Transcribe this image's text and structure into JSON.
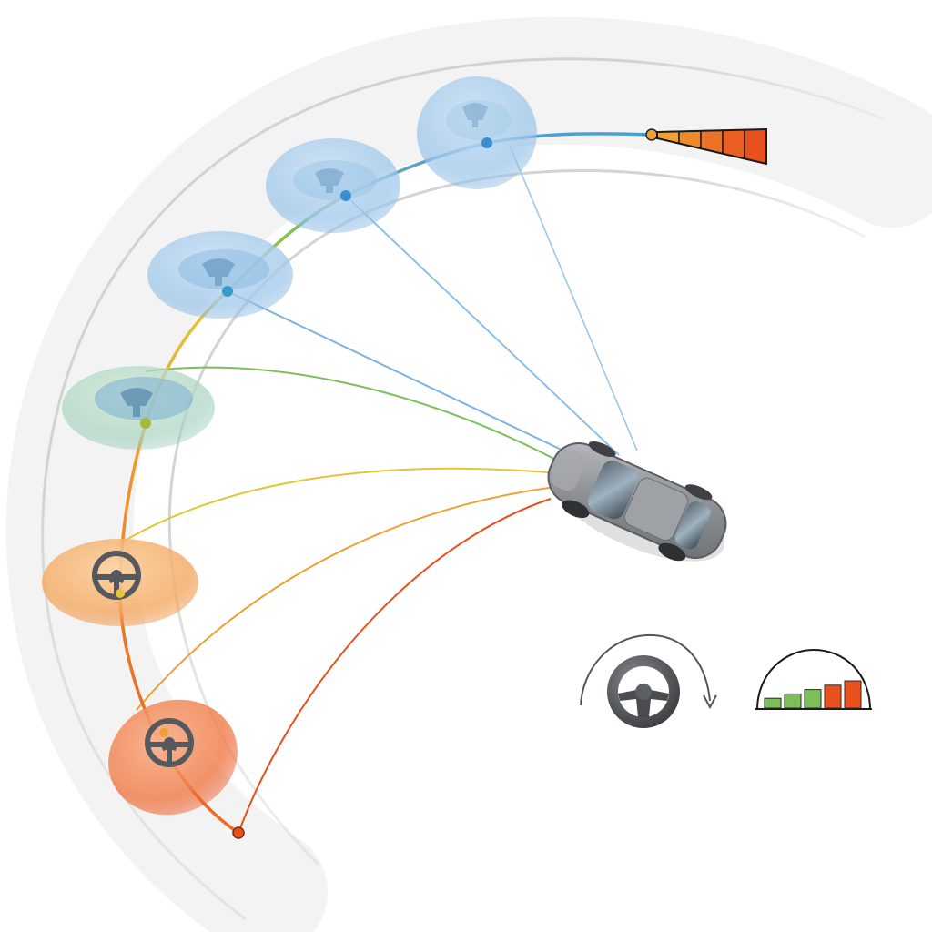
{
  "diagram": {
    "kind": "steering-trajectory-illustration",
    "colors": {
      "red": "#e8501e",
      "orange": "#f0a030",
      "yellow": "#e6c43a",
      "green": "#7cbf5a",
      "blue": "#4a9fd8",
      "track": "#d8d8d8",
      "car": "#8c8f94",
      "wheel": "#55585c"
    },
    "trajectory": {
      "color_sequence": [
        "red",
        "orange",
        "yellow",
        "green",
        "blue"
      ],
      "node_count": 7
    },
    "steering_nodes": [
      {
        "color": "red",
        "icon": "steering-wheel-icon"
      },
      {
        "color": "orange",
        "icon": "steering-wheel-icon"
      },
      {
        "color": "green",
        "icon": "seat-icon"
      },
      {
        "color": "blue",
        "icon": "seat-icon"
      },
      {
        "color": "blue",
        "icon": "seat-icon"
      },
      {
        "color": "blue",
        "icon": "seat-icon"
      }
    ],
    "signal_indicator": {
      "levels": 5,
      "colors": [
        "#f0a030",
        "#ee8a2a",
        "#ec7226",
        "#ea5e22",
        "#e8501e"
      ]
    },
    "steering_legend": {
      "icon": "steering-wheel-icon",
      "rotation": "clockwise-arrow-icon"
    },
    "intensity_legend": {
      "bars": [
        1,
        2,
        3,
        4,
        5
      ],
      "colors": [
        "#7cbf5a",
        "#7cbf5a",
        "#7cbf5a",
        "#e8501e",
        "#e8501e"
      ]
    }
  }
}
